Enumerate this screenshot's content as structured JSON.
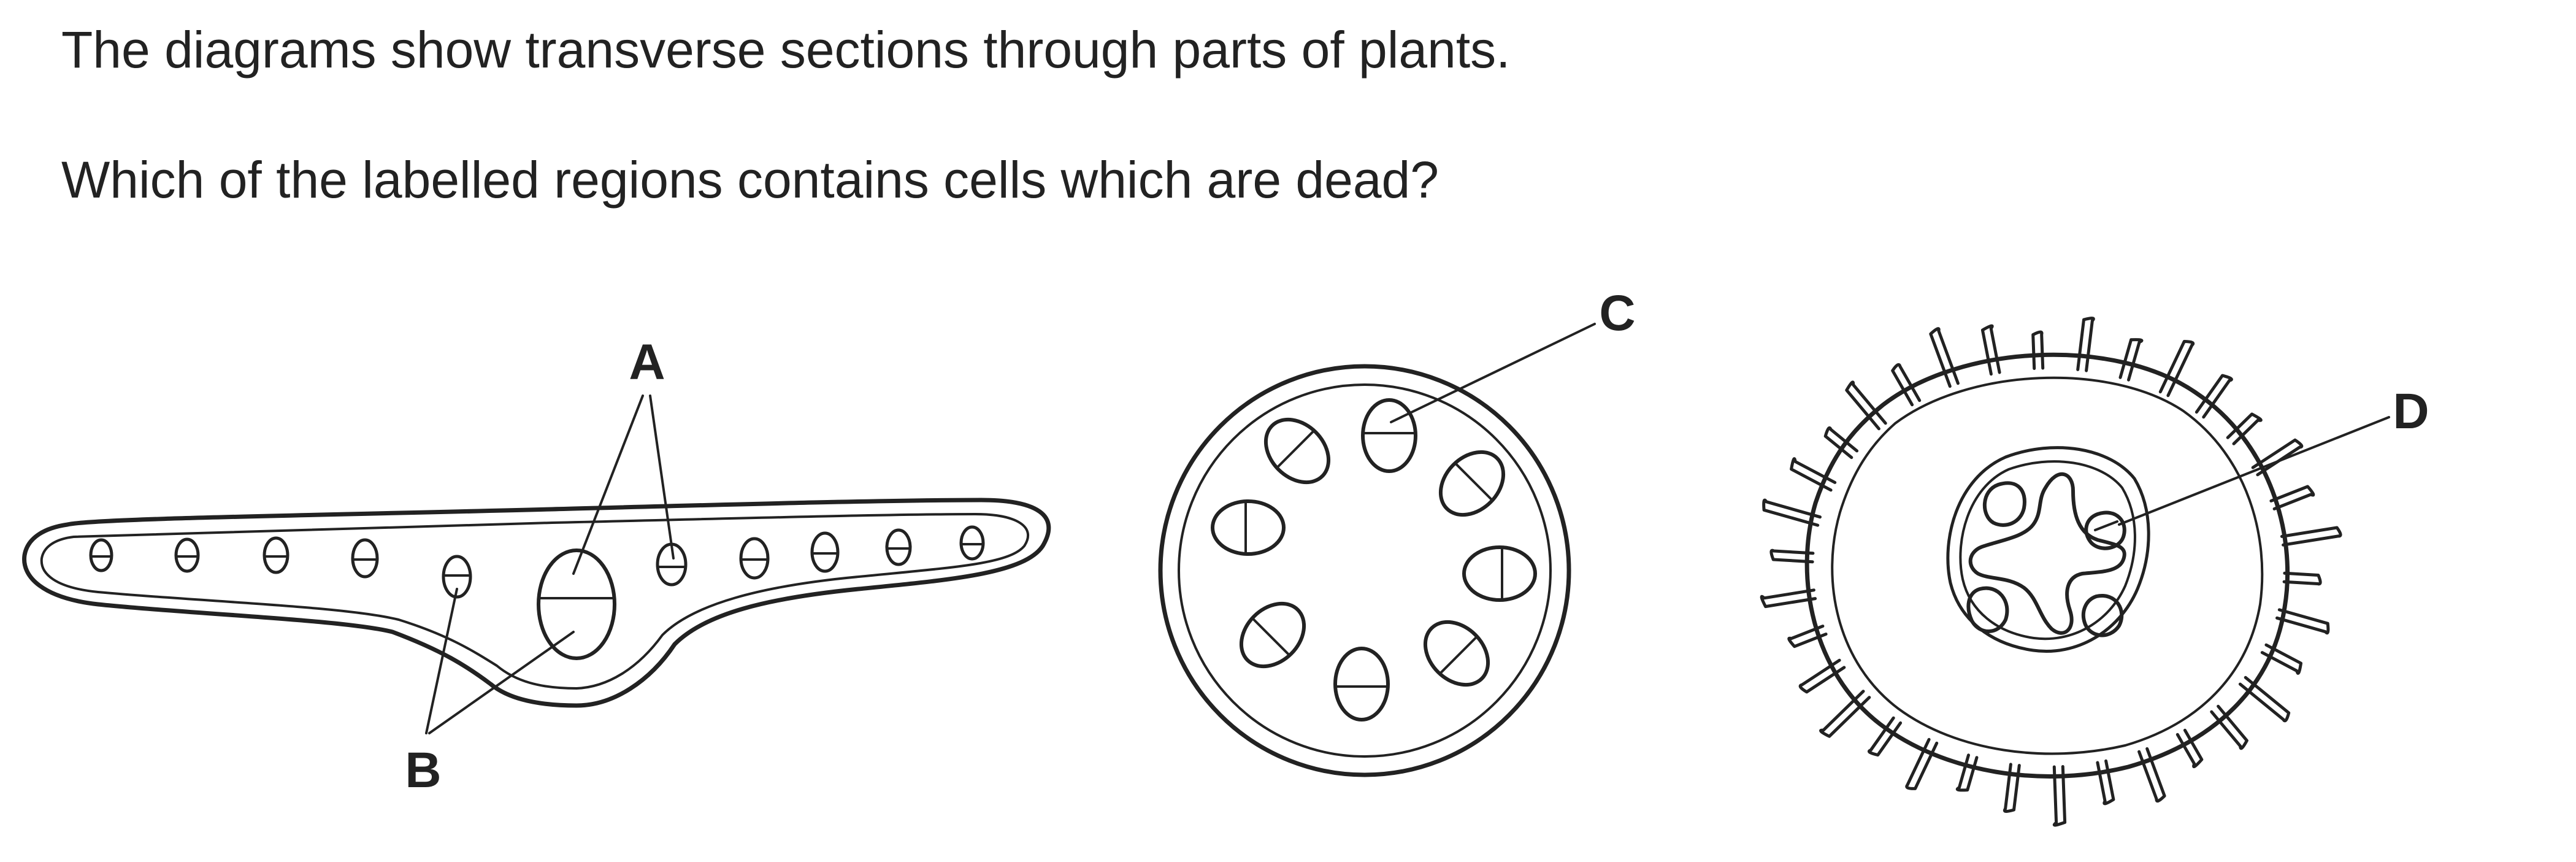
{
  "question": {
    "line1": "The diagrams show transverse sections through parts of plants.",
    "line2": "Which of the labelled regions contains cells which are dead?"
  },
  "diagram": {
    "labels": {
      "a": "A",
      "b": "B",
      "c": "C",
      "d": "D"
    },
    "colors": {
      "ink": "#222222",
      "background": "#ffffff"
    }
  }
}
